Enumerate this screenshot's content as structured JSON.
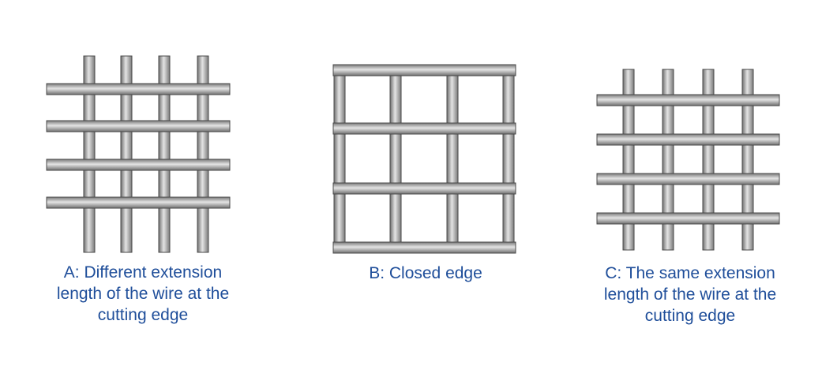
{
  "colors": {
    "wire_outline": "#4a4a4a",
    "wire_dark": "#6f6f6f",
    "wire_light": "#e4e4e4",
    "caption_text": "#1f4e9a",
    "background": "#ffffff"
  },
  "panels": [
    {
      "id": "a",
      "caption_lines": [
        "A: Different extension",
        "length of the wire at the",
        "cutting edge"
      ]
    },
    {
      "id": "b",
      "caption_lines": [
        "B: Closed edge"
      ]
    },
    {
      "id": "c",
      "caption_lines": [
        "C: The same extension",
        "length of the wire at the",
        "cutting edge"
      ]
    }
  ]
}
